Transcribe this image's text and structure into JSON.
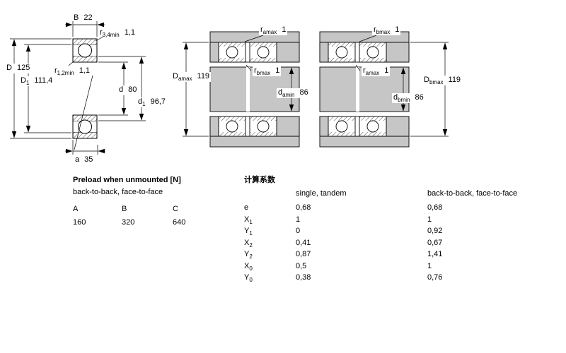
{
  "colors": {
    "housing_gray": "#c6c6c6",
    "line": "#000000"
  },
  "bearing_drawing": {
    "dims": {
      "B": {
        "sym": "B",
        "sub": "",
        "value": "22"
      },
      "r34": {
        "sym": "r",
        "sub": "3,4min",
        "value": "1,1"
      },
      "D": {
        "sym": "D",
        "sub": "",
        "value": "125"
      },
      "D1": {
        "sym": "D",
        "sub": "1",
        "value": "111,4"
      },
      "r12": {
        "sym": "r",
        "sub": "1,2min",
        "value": "1,1"
      },
      "d": {
        "sym": "d",
        "sub": "",
        "value": "80"
      },
      "d1": {
        "sym": "d",
        "sub": "1",
        "value": "96,7"
      },
      "a": {
        "sym": "a",
        "sub": "",
        "value": "35"
      }
    }
  },
  "mounting_left_drawing": {
    "dims": {
      "ramax": {
        "sym": "r",
        "sub": "amax",
        "value": "1"
      },
      "Damax": {
        "sym": "D",
        "sub": "amax",
        "value": "119"
      },
      "rbmax": {
        "sym": "r",
        "sub": "bmax",
        "value": "1"
      },
      "damin": {
        "sym": "d",
        "sub": "amin",
        "value": "86"
      }
    }
  },
  "mounting_right_drawing": {
    "dims": {
      "rbmax": {
        "sym": "r",
        "sub": "bmax",
        "value": "1"
      },
      "ramax": {
        "sym": "r",
        "sub": "amax",
        "value": "1"
      },
      "Dbmax": {
        "sym": "D",
        "sub": "bmax",
        "value": "119"
      },
      "dbmin": {
        "sym": "d",
        "sub": "bmin",
        "value": "86"
      }
    }
  },
  "preload": {
    "title": "Preload when unmounted [N]",
    "subtitle": "back-to-back, face-to-face",
    "columns": [
      "A",
      "B",
      "C"
    ],
    "values": [
      "160",
      "320",
      "640"
    ]
  },
  "factors": {
    "title": "计算系数",
    "col_single": "single, tandem",
    "col_paired": "back-to-back, face-to-face",
    "rows": [
      {
        "sym": "e",
        "sub": "",
        "v1": "0,68",
        "v2": "0,68"
      },
      {
        "sym": "X",
        "sub": "1",
        "v1": "1",
        "v2": "1"
      },
      {
        "sym": "Y",
        "sub": "1",
        "v1": "0",
        "v2": "0,92"
      },
      {
        "sym": "X",
        "sub": "2",
        "v1": "0,41",
        "v2": "0,67"
      },
      {
        "sym": "Y",
        "sub": "2",
        "v1": "0,87",
        "v2": "1,41"
      },
      {
        "sym": "X",
        "sub": "0",
        "v1": "0,5",
        "v2": "1"
      },
      {
        "sym": "Y",
        "sub": "0",
        "v1": "0,38",
        "v2": "0,76"
      }
    ]
  }
}
